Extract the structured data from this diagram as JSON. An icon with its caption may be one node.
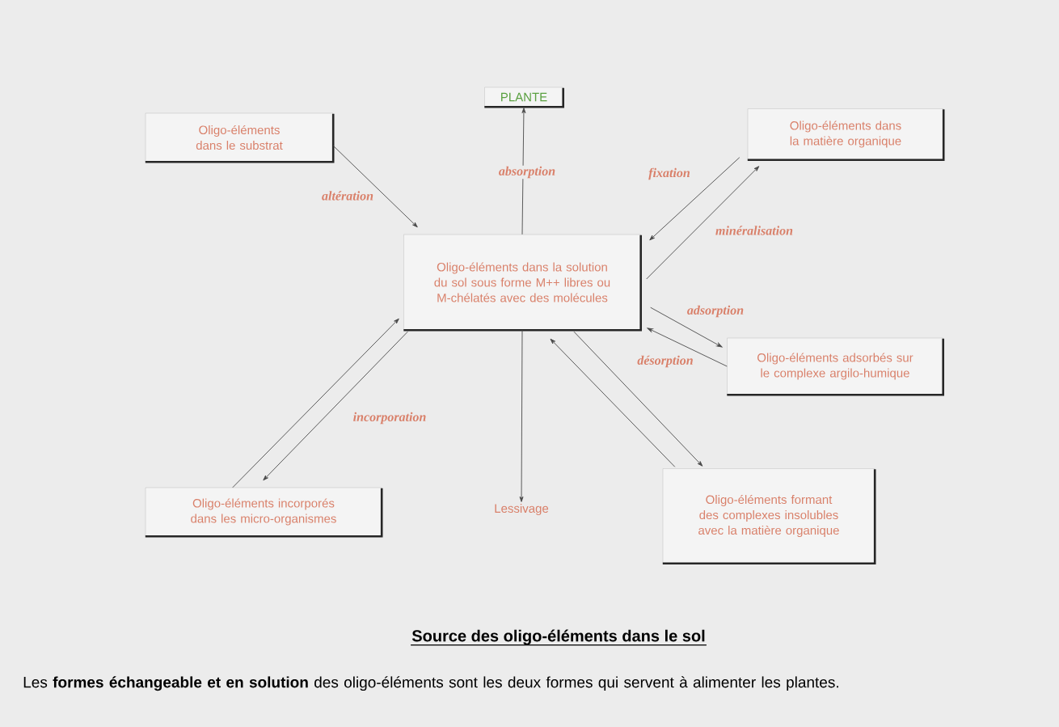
{
  "diagram": {
    "title": "Source des oligo-éléments dans le sol",
    "caption": "Les **formes échangeable et en solution** des oligo-éléments sont les deux formes qui servent à alimenter les plantes.",
    "nodes": [
      {
        "text": [
          "PLANTE"
        ]
      },
      {
        "text": [
          "Oligo-éléments dans le substrat"
        ]
      },
      {
        "text": [
          "Oligo-éléments dans la solution du sol sous forme M++ libres ou M-chélatés avec des molécules"
        ]
      },
      {
        "text": [
          "Oligo-éléments dans la matière organique"
        ]
      },
      {
        "text": [
          "Oligo-éléments adsorbés sur le complexe argilo-humique"
        ]
      },
      {
        "text": [
          "Oligo-éléments incorporés dans les micro-organismes"
        ]
      },
      {
        "text": [
          "Lessivage"
        ]
      },
      {
        "text": [
          "Oligo-éléments formant des complexes insolubles avec la matière organique"
        ]
      }
    ],
    "edges": [
      {
        "from": 2,
        "to": 0,
        "arrow": "to",
        "label": "absorption"
      },
      {
        "from": 1,
        "to": 2,
        "arrow": "to",
        "label": "altération"
      },
      {
        "from": 3,
        "to": 2,
        "arrow": "to",
        "label": "fixation"
      },
      {
        "from": 2,
        "to": 3,
        "arrow": "to",
        "label": "minéralisation"
      },
      {
        "from": 2,
        "to": 4,
        "arrow": "to",
        "label": "adsorption"
      },
      {
        "from": 4,
        "to": 2,
        "arrow": "to",
        "label": "désorption"
      },
      {
        "from": 2,
        "to": 6,
        "arrow": "to"
      },
      {
        "from": 2,
        "to": 7,
        "arrow": "to"
      },
      {
        "from": 7,
        "to": 2,
        "arrow": "to"
      },
      {
        "from": 5,
        "to": 2,
        "arrow": "to"
      },
      {
        "from": 2,
        "to": 5,
        "arrow": "to",
        "label": "incorporation"
      }
    ]
  }
}
